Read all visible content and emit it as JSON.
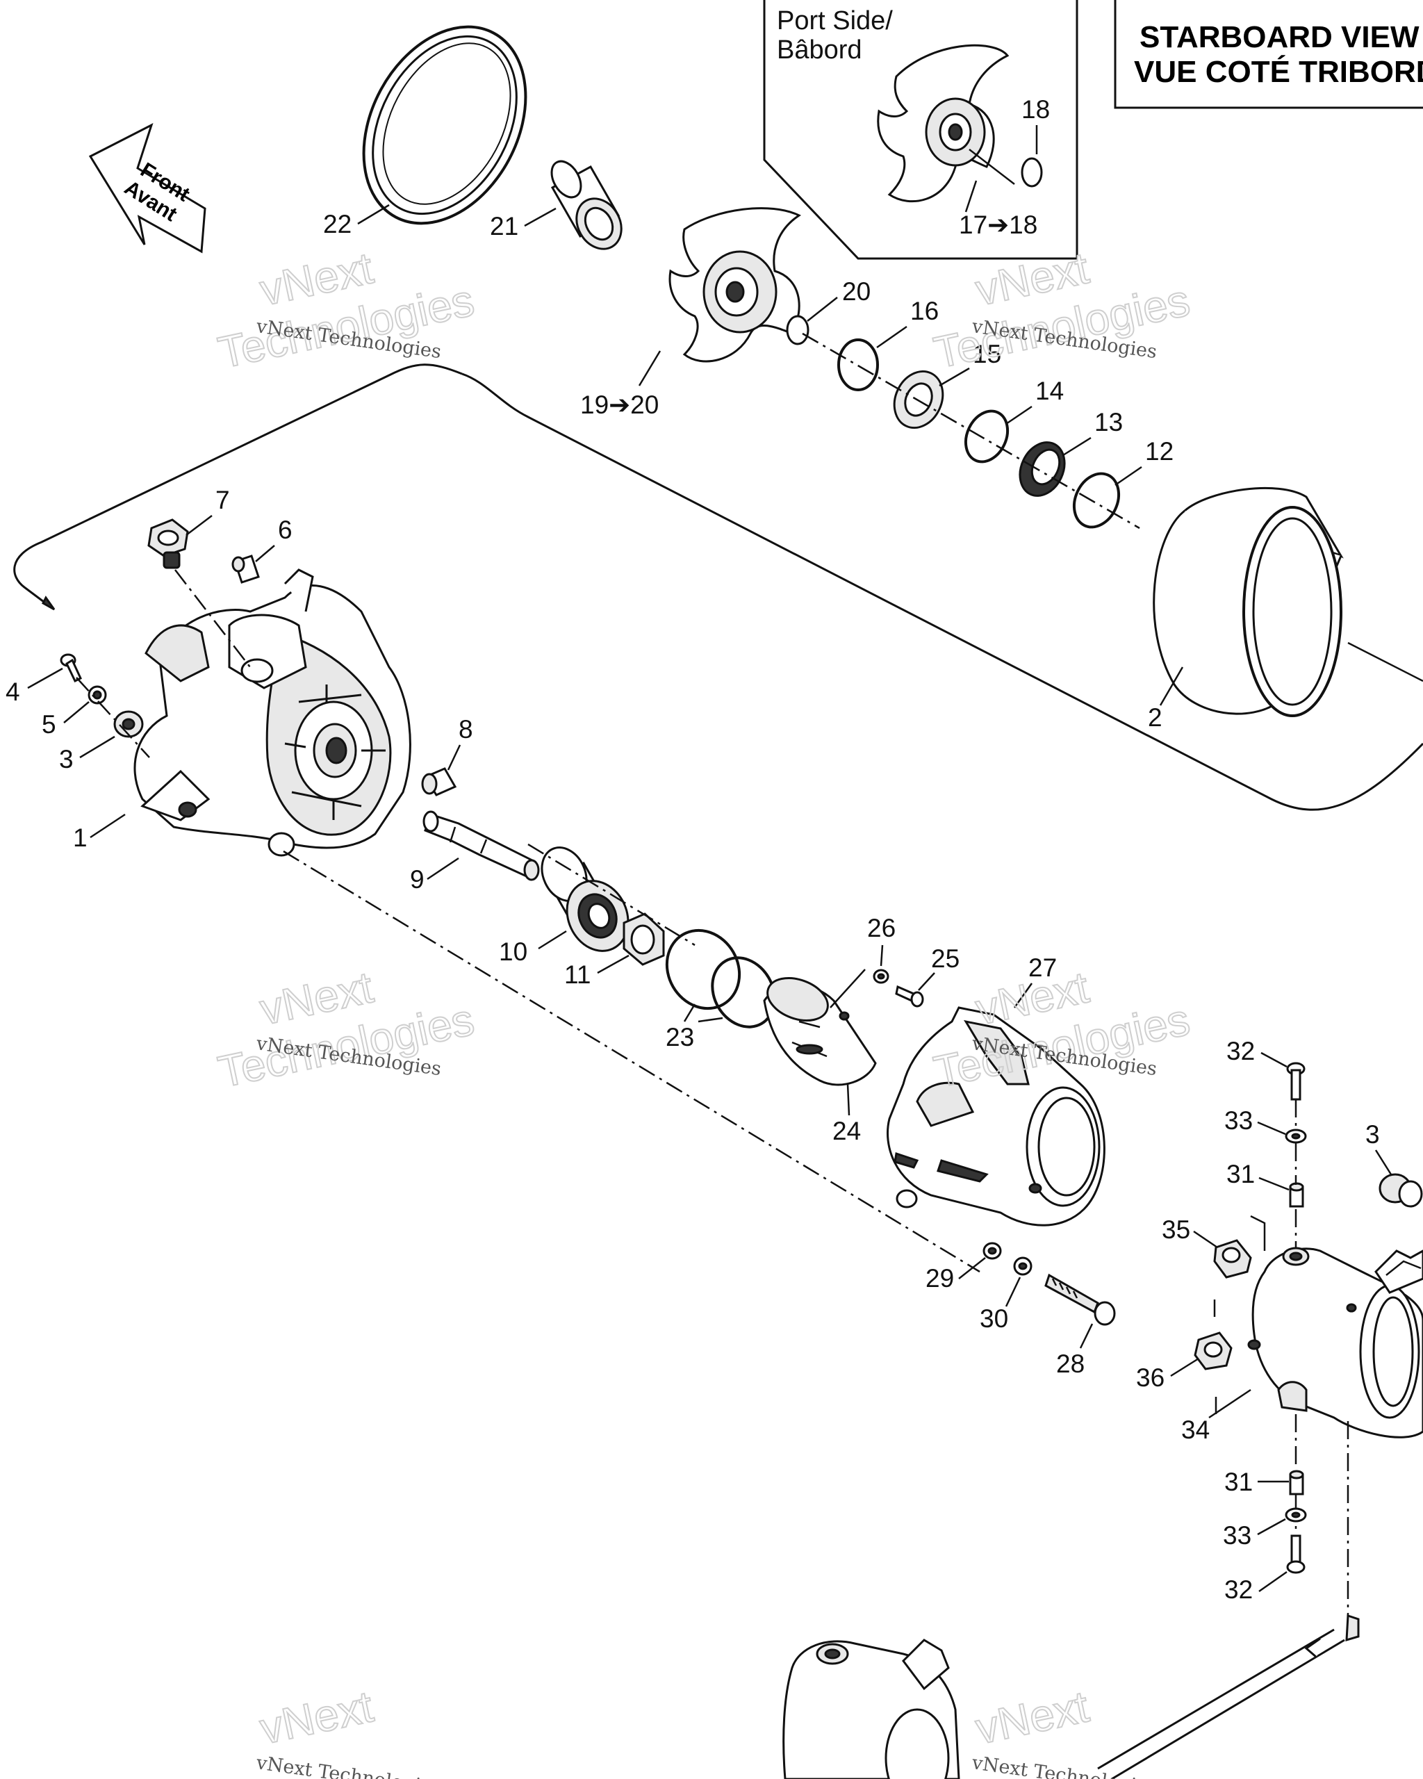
{
  "title": {
    "line1": "STARBOARD VIEW",
    "line2": "VUE COTÉ TRIBORD"
  },
  "inset": {
    "line1": "Port Side/",
    "line2": "Bâbord"
  },
  "direction_arrow": {
    "line1": "Front",
    "line2": "Avant"
  },
  "watermark": {
    "small": "vNext Technologies",
    "large_top": "vNext",
    "large_bottom": "Technologies"
  },
  "part_labels": {
    "p1": "1",
    "p2": "2",
    "p3a": "3",
    "p3b": "3",
    "p4": "4",
    "p5": "5",
    "p6": "6",
    "p7": "7",
    "p8": "8",
    "p9": "9",
    "p10": "10",
    "p11": "11",
    "p12": "12",
    "p13": "13",
    "p14": "14",
    "p15": "15",
    "p16": "16",
    "p17_18": "17➔18",
    "p18": "18",
    "p19_20": "19➔20",
    "p20": "20",
    "p21": "21",
    "p22": "22",
    "p23": "23",
    "p24": "24",
    "p25": "25",
    "p26": "26",
    "p27": "27",
    "p28": "28",
    "p29": "29",
    "p30": "30",
    "p31a": "31",
    "p31b": "31",
    "p32a": "32",
    "p32b": "32",
    "p33a": "33",
    "p33b": "33",
    "p34": "34",
    "p35": "35",
    "p36": "36"
  }
}
